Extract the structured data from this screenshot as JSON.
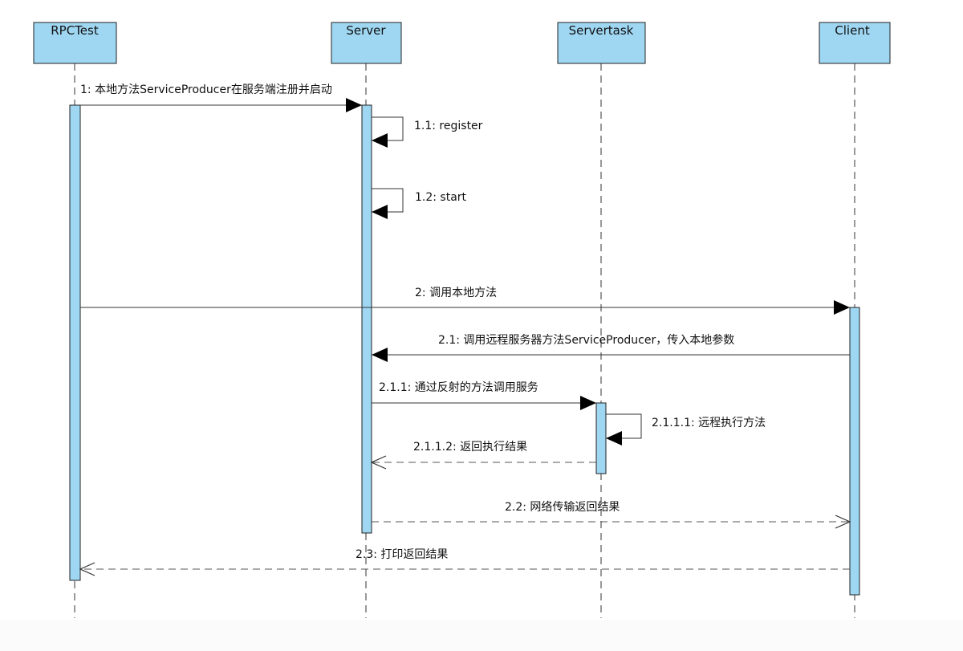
{
  "diagram": {
    "type": "sequence",
    "colors": {
      "participant_fill": "#9fd7f3",
      "activation_fill": "#9fd7f3",
      "stroke": "#222222",
      "message_line": "#333333",
      "return_line": "#555555"
    },
    "participants": [
      {
        "id": "rpctest",
        "name": "RPCTest"
      },
      {
        "id": "server",
        "name": "Server"
      },
      {
        "id": "servertask",
        "name": "Servertask"
      },
      {
        "id": "client",
        "name": "Client"
      }
    ],
    "messages": [
      {
        "id": "m1",
        "label": "1: 本地方法ServiceProducer在服务端注册并启动",
        "from": "rpctest",
        "to": "server",
        "kind": "sync"
      },
      {
        "id": "m1_1",
        "label": "1.1: register",
        "from": "server",
        "to": "server",
        "kind": "self"
      },
      {
        "id": "m1_2",
        "label": "1.2: start",
        "from": "server",
        "to": "server",
        "kind": "self"
      },
      {
        "id": "m2",
        "label": "2: 调用本地方法",
        "from": "rpctest",
        "to": "client",
        "kind": "sync"
      },
      {
        "id": "m2_1",
        "label": "2.1: 调用远程服务器方法ServiceProducer，传入本地参数",
        "from": "client",
        "to": "server",
        "kind": "sync"
      },
      {
        "id": "m2_1_1",
        "label": "2.1.1: 通过反射的方法调用服务",
        "from": "server",
        "to": "servertask",
        "kind": "sync"
      },
      {
        "id": "m2_1_1_1",
        "label": "2.1.1.1: 远程执行方法",
        "from": "servertask",
        "to": "servertask",
        "kind": "self"
      },
      {
        "id": "m2_1_1_2",
        "label": "2.1.1.2: 返回执行结果",
        "from": "servertask",
        "to": "server",
        "kind": "return"
      },
      {
        "id": "m2_2",
        "label": "2.2: 网络传输返回结果",
        "from": "server",
        "to": "client",
        "kind": "return"
      },
      {
        "id": "m2_3",
        "label": "2.3: 打印返回结果",
        "from": "client",
        "to": "rpctest",
        "kind": "return"
      }
    ]
  }
}
